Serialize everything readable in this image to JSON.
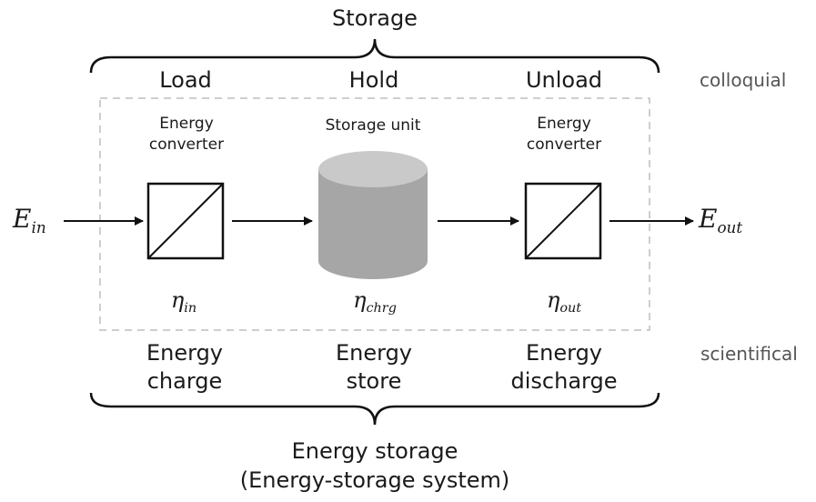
{
  "top_label": "Storage",
  "colloquial": {
    "load": "Load",
    "hold": "Hold",
    "unload": "Unload",
    "tag": "colloquial"
  },
  "boxes": {
    "left_title_1": "Energy",
    "left_title_2": "converter",
    "middle_title": "Storage unit",
    "right_title_1": "Energy",
    "right_title_2": "converter"
  },
  "io": {
    "input_base": "E",
    "input_sub": "in",
    "output_base": "E",
    "output_sub": "out"
  },
  "efficiencies": {
    "symbol": "η",
    "in_sub": "in",
    "chrg_sub": "chrg",
    "out_sub": "out"
  },
  "scientific": {
    "charge_1": "Energy",
    "charge_2": "charge",
    "store_1": "Energy",
    "store_2": "store",
    "discharge_1": "Energy",
    "discharge_2": "discharge",
    "tag": "scientifical"
  },
  "bottom": {
    "line1": "Energy storage",
    "line2": "(Energy-storage system)"
  },
  "colors": {
    "stroke": "#111111",
    "dash": "#bdbdbd",
    "cyl_side": "#a6a6a6",
    "cyl_top": "#c9c9c9"
  }
}
